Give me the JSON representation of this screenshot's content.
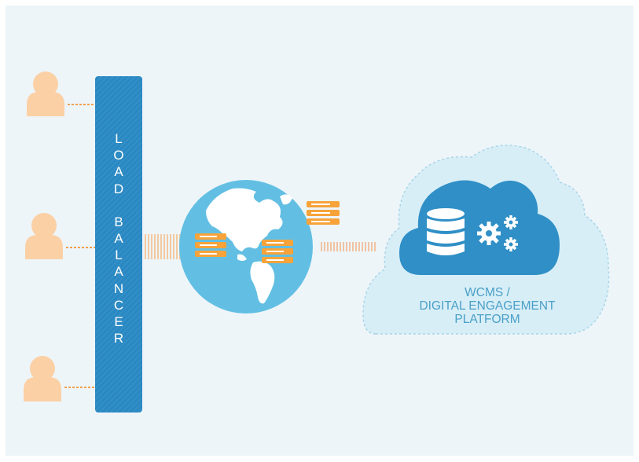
{
  "load_balancer": {
    "label": "LOAD BALANCER",
    "line_1": "L\nO\nA\nD",
    "line_2": "B\nA\nL\nA\nN\nC\nE\nR"
  },
  "users": [
    {
      "icon": "user-icon"
    },
    {
      "icon": "user-icon"
    },
    {
      "icon": "user-icon"
    }
  ],
  "internet": {
    "icon": "globe-icon"
  },
  "cloud": {
    "icons": [
      "database-icon",
      "gears-icon"
    ],
    "label_lines": [
      "WCMS /",
      "DIGITAL ENGAGEMENT",
      "PLATFORM"
    ]
  },
  "colors": {
    "background": "#edf5f9",
    "load_balancer": "#2a88c2",
    "user": "#fbd0a5",
    "connector": "#f0a050",
    "globe_ocean": "#62bfe3",
    "server": "#f7a33a",
    "cloud_dark": "#2f8fc6",
    "cloud_light": "#d7eef7",
    "label_text": "#4a9fc6"
  }
}
